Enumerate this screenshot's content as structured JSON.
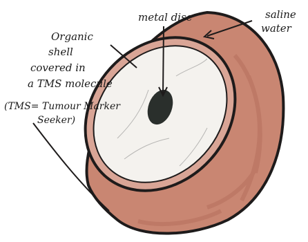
{
  "labels": {
    "metal_disc": "metal disc",
    "saline_water": [
      "saline",
      "water"
    ],
    "organic_shell": [
      "Organic",
      "shell",
      "covered in",
      "a TMS molecule"
    ],
    "tms_note": [
      "(TMS= Tumour Marker",
      "Seeker)"
    ]
  },
  "colors": {
    "shell_fill": "#c98672",
    "shell_shade": "#b5705c",
    "outline": "#1e1b1b",
    "disc": "#2a2f2c",
    "interior": "#f4f2ee",
    "rim": "#d9a596"
  }
}
